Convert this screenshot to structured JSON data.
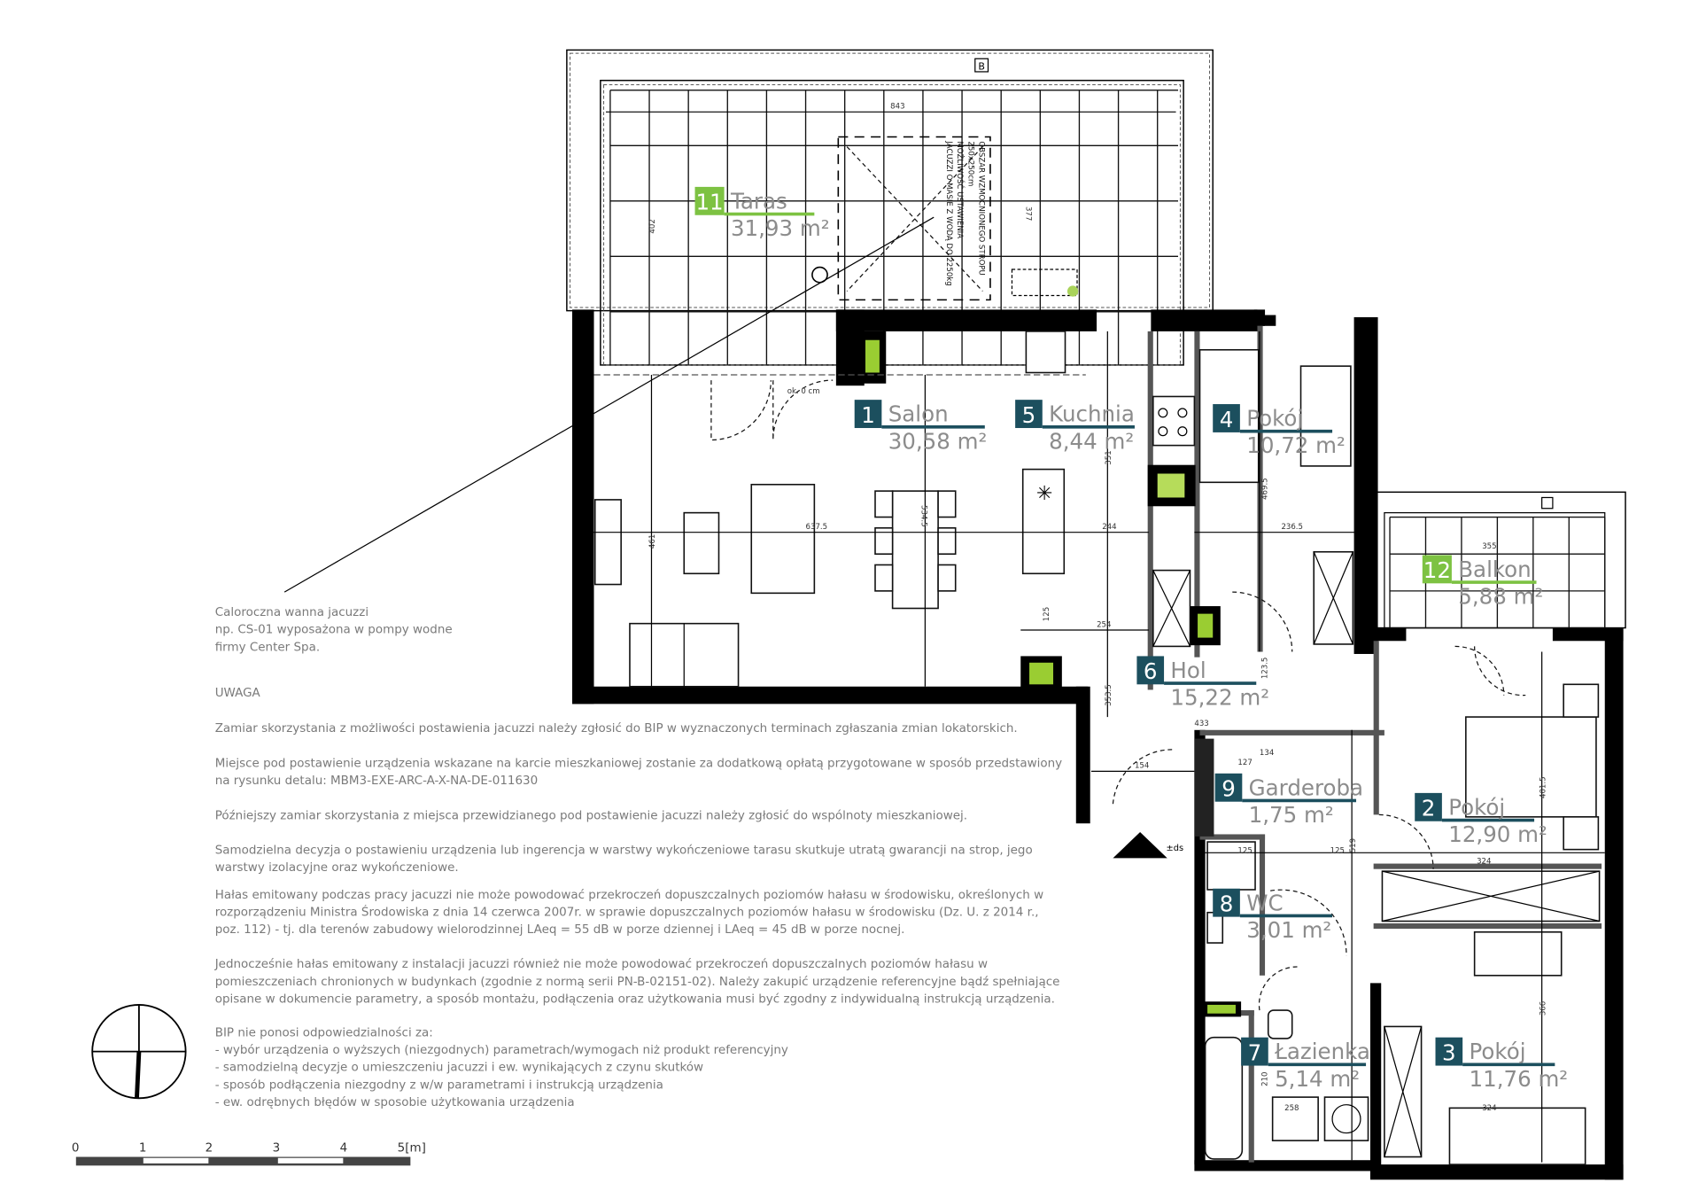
{
  "rooms": [
    {
      "number": "1",
      "name": "Salon",
      "area": "30,58 m²"
    },
    {
      "number": "2",
      "name": "Pokój",
      "area": "12,90 m²"
    },
    {
      "number": "3",
      "name": "Pokój",
      "area": "11,76 m²"
    },
    {
      "number": "4",
      "name": "Pokój",
      "area": "10,72 m²"
    },
    {
      "number": "5",
      "name": "Kuchnia",
      "area": "8,44 m²"
    },
    {
      "number": "6",
      "name": "Hol",
      "area": "15,22 m²"
    },
    {
      "number": "7",
      "name": "Łazienka",
      "area": "5,14 m²"
    },
    {
      "number": "8",
      "name": "WC",
      "area": "3,01 m²"
    },
    {
      "number": "9",
      "name": "Garderoba",
      "area": "1,75 m²"
    },
    {
      "number": "11",
      "name": "Taras",
      "area": "31,93 m²"
    },
    {
      "number": "12",
      "name": "Balkon",
      "area": "5,88 m²"
    }
  ],
  "colors": {
    "interior_label": "#1c4f5e",
    "exterior_label": "#7dc242",
    "text": "#8c8c8c",
    "wall": "#000000"
  },
  "marker": "B",
  "jacuzzi_callout": [
    "Caloroczna wanna jacuzzi",
    "np. CS-01 wyposażona w pompy wodne",
    "firmy Center Spa."
  ],
  "terrace_annotation": [
    "OBSZAR WZMOCNIONEGO STROPU",
    "250x250cm",
    "MOŻLIWOŚĆ USTAWIENIA",
    "JACUZZI O MASIE Z WODĄ DO 2250kg"
  ],
  "notes": {
    "heading": "UWAGA",
    "lines": [
      "Zamiar skorzystania z możliwości postawienia jacuzzi należy zgłosić do BIP w wyznaczonych terminach zgłaszania zmian lokatorskich.",
      "Miejsce pod postawienie urządzenia wskazane na karcie mieszkaniowej zostanie za dodatkową opłatą przygotowane w sposób przedstawiony",
      "na rysunku detalu: MBM3-EXE-ARC-A-X-NA-DE-011630",
      "Późniejszy zamiar skorzystania z miejsca przewidzianego pod postawienie jacuzzi należy zgłosić do wspólnoty mieszkaniowej.",
      "Samodzielna decyzja o postawieniu urządzenia lub ingerencja w warstwy wykończeniowe tarasu skutkuje utratą gwarancji na strop, jego",
      "warstwy izolacyjne oraz wykończeniowe.",
      "Hałas emitowany podczas pracy jacuzzi nie może powodować przekroczeń dopuszczalnych poziomów hałasu w środowisku, określonych w",
      "rozporządzeniu Ministra Środowiska z dnia 14 czerwca 2007r. w sprawie dopuszczalnych poziomów hałasu w środowisku (Dz. U. z 2014 r.,",
      "poz. 112) - tj. dla terenów zabudowy wielorodzinnej LAeq = 55 dB w porze dziennej i LAeq = 45 dB w porze nocnej.",
      "Jednocześnie hałas emitowany z instalacji jacuzzi również nie może powodować przekroczeń dopuszczalnych poziomów hałasu w",
      "pomieszczeniach chronionych w budynkach (zgodnie z normą serii PN-B-02151-02). Należy zakupić urządzenie referencyjne bądź spełniające",
      "opisane w dokumencie parametry, a sposób montażu, podłączenia oraz użytkowania musi być zgodny z indywidualną instrukcją urządzenia.",
      "BIP nie ponosi odpowiedzialności za:",
      "- wybór urządzenia o wyższych (niezgodnych) parametrach/wymogach niż produkt referencyjny",
      "- samodzielną decyzje o umieszczeniu jacuzzi i ew. wynikających z czynu skutków",
      "- sposób podłączenia niezgodny z w/w parametrami i instrukcją urządzenia",
      "- ew. odrębnych błędów w sposobie użytkowania urządzenia"
    ]
  },
  "scale_bar": {
    "ticks": [
      "0",
      "1",
      "2",
      "3",
      "4",
      "5[m]"
    ]
  },
  "dimensions": [
    "843",
    "402",
    "377",
    "637.5",
    "534.5",
    "461",
    "351",
    "244",
    "236.5",
    "469.5",
    "254",
    "125",
    "123.5",
    "353.5",
    "433",
    "154",
    "127",
    "134",
    "519",
    "324",
    "401.5",
    "366",
    "210",
    "258",
    "355"
  ],
  "level_marker": "±ds",
  "sill_note": "ok. 0 cm"
}
